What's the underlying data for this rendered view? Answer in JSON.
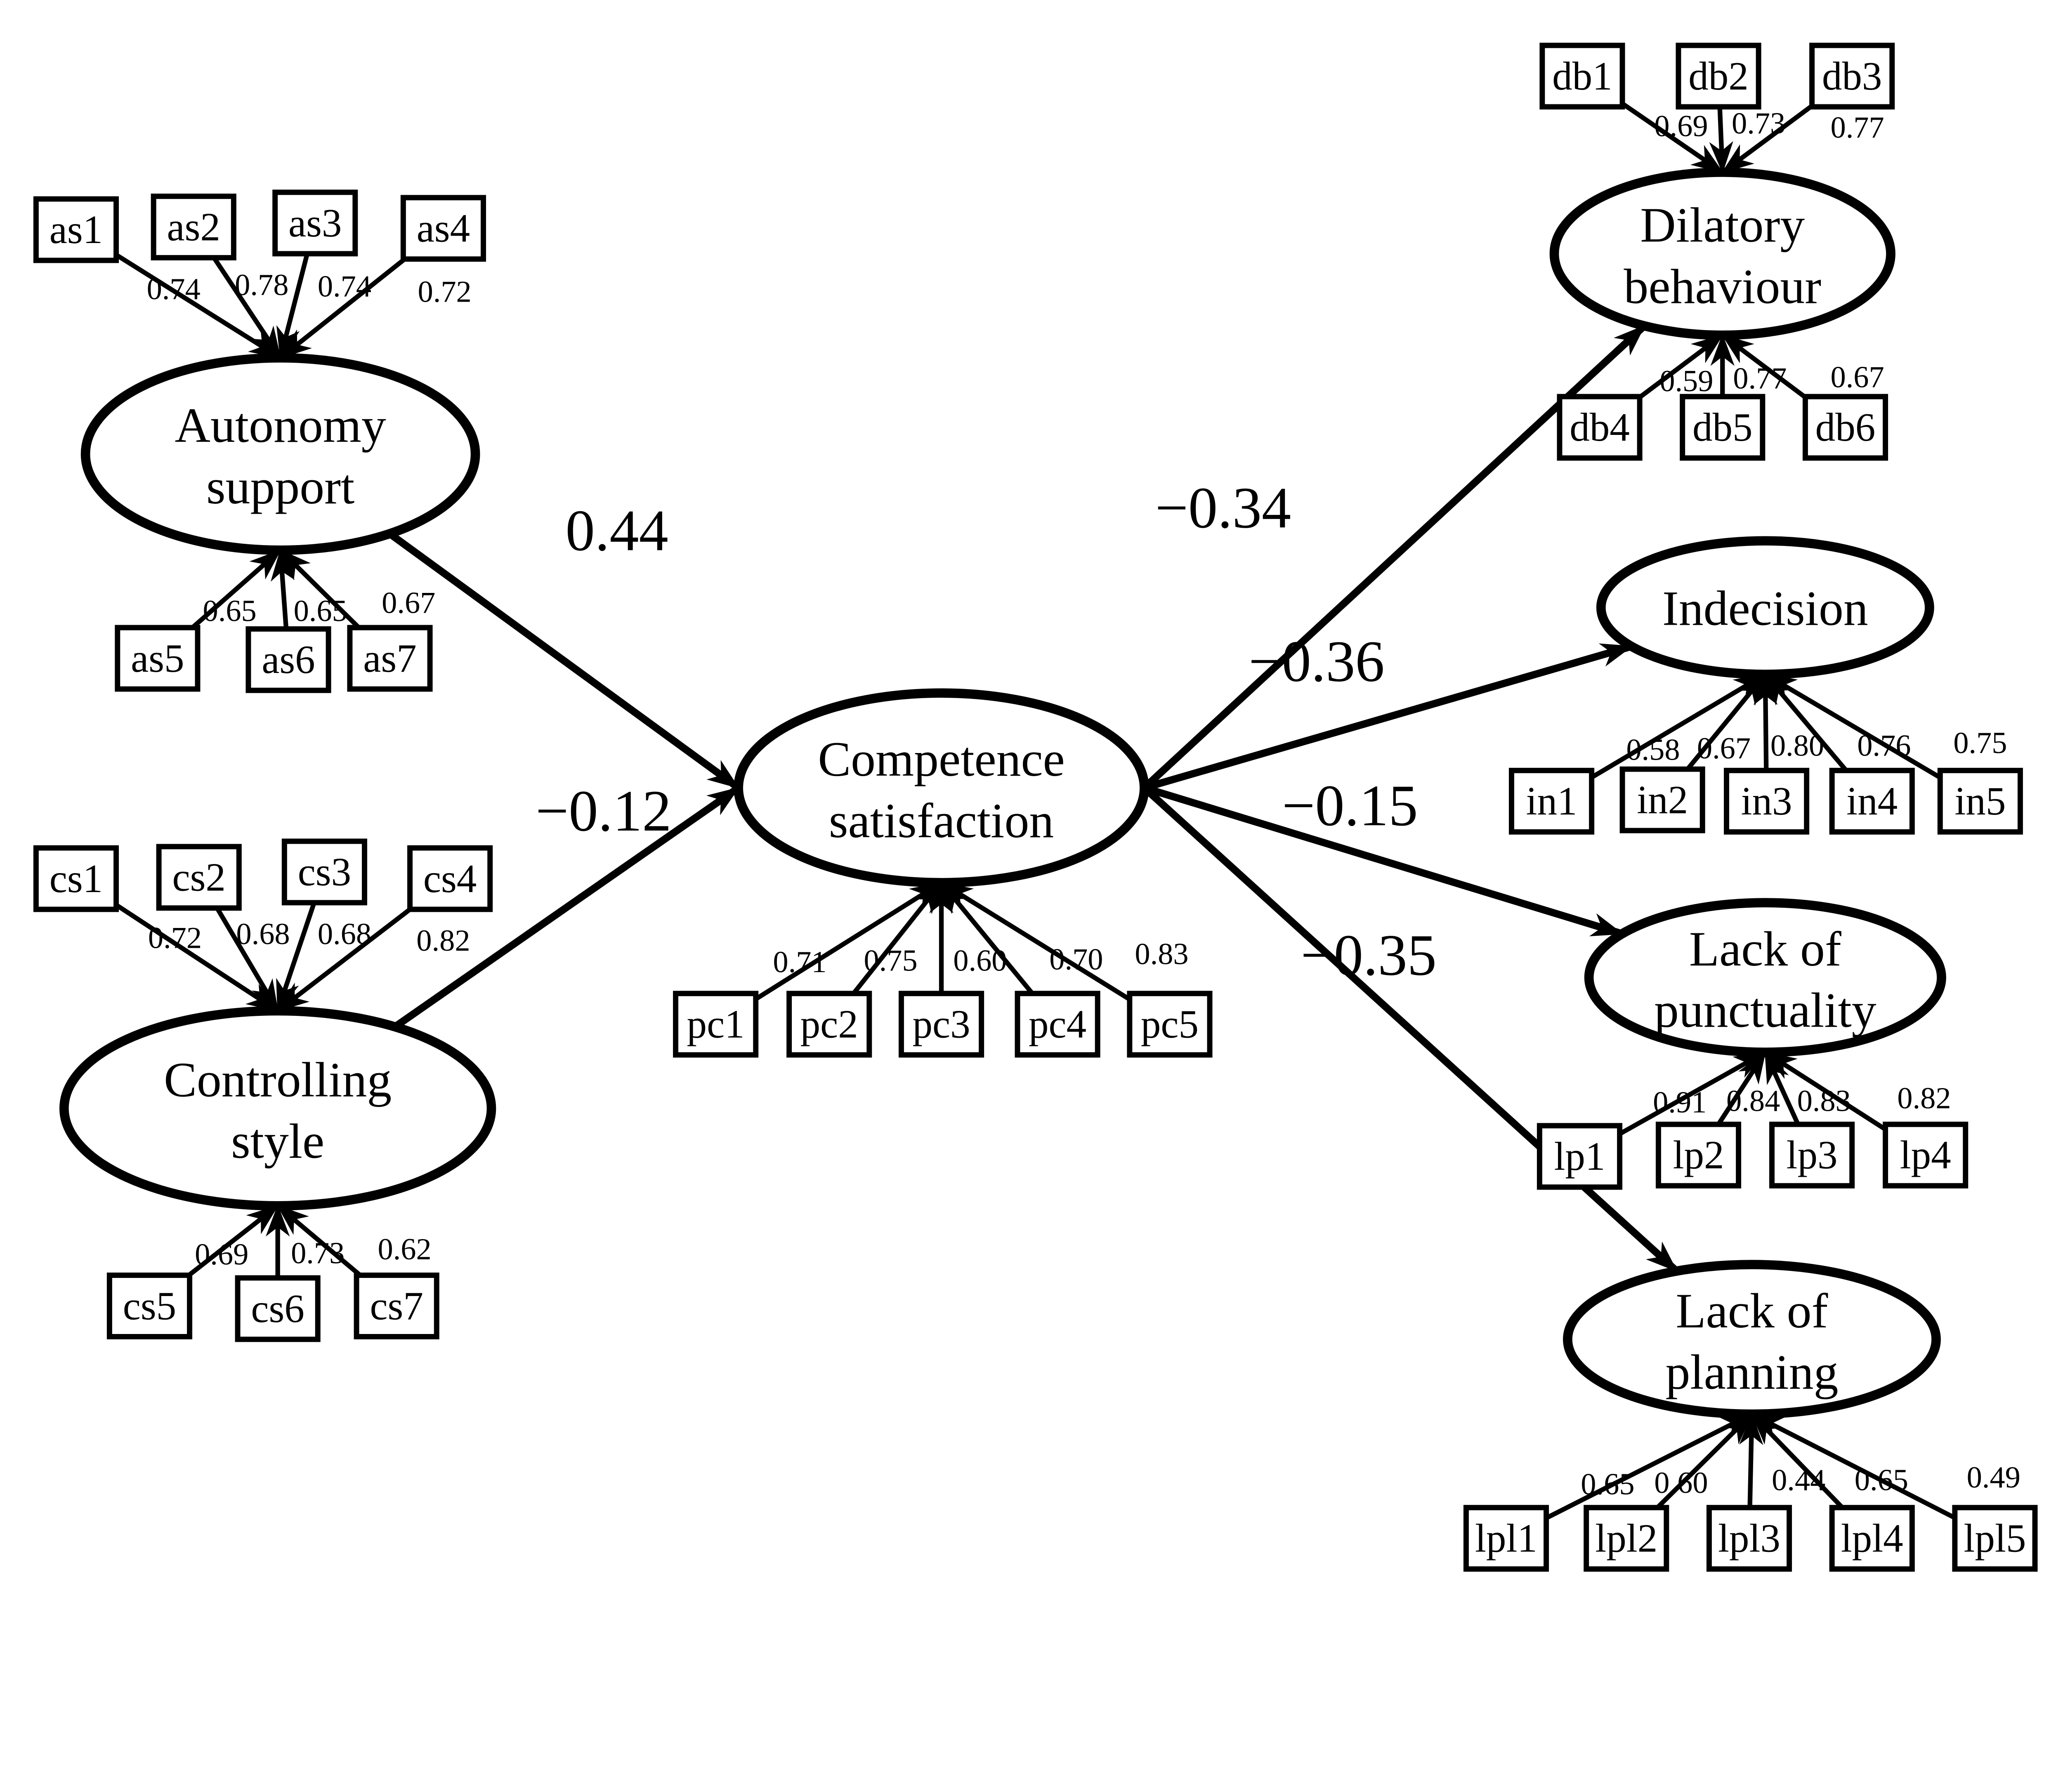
{
  "figure": {
    "style": {
      "ink": "#000000",
      "background": "#ffffff"
    },
    "latents": [
      {
        "id": "autonomy_support",
        "label": "Autonomy support",
        "lines": [
          "Autonomy",
          "support"
        ]
      },
      {
        "id": "controlling_style",
        "label": "Controlling style",
        "lines": [
          "Controlling",
          "style"
        ]
      },
      {
        "id": "competence_satisfaction",
        "label": "Competence satisfaction",
        "lines": [
          "Competence",
          "satisfaction"
        ]
      },
      {
        "id": "dilatory_behaviour",
        "label": "Dilatory behaviour",
        "lines": [
          "Dilatory",
          "behaviour"
        ]
      },
      {
        "id": "indecision",
        "label": "Indecision",
        "lines": [
          "Indecision"
        ]
      },
      {
        "id": "lack_of_punctuality",
        "label": "Lack of punctuality",
        "lines": [
          "Lack of",
          "punctuality"
        ]
      },
      {
        "id": "lack_of_planning",
        "label": "Lack of planning",
        "lines": [
          "Lack of",
          "planning"
        ]
      }
    ],
    "indicators": [
      {
        "id": "as1",
        "latent": "autonomy_support",
        "label": "as1",
        "loading": "0.74"
      },
      {
        "id": "as2",
        "latent": "autonomy_support",
        "label": "as2",
        "loading": "0.78"
      },
      {
        "id": "as3",
        "latent": "autonomy_support",
        "label": "as3",
        "loading": "0.74"
      },
      {
        "id": "as4",
        "latent": "autonomy_support",
        "label": "as4",
        "loading": "0.72"
      },
      {
        "id": "as5",
        "latent": "autonomy_support",
        "label": "as5",
        "loading": "0.65"
      },
      {
        "id": "as6",
        "latent": "autonomy_support",
        "label": "as6",
        "loading": "0.65"
      },
      {
        "id": "as7",
        "latent": "autonomy_support",
        "label": "as7",
        "loading": "0.67"
      },
      {
        "id": "cs1",
        "latent": "controlling_style",
        "label": "cs1",
        "loading": "0.72"
      },
      {
        "id": "cs2",
        "latent": "controlling_style",
        "label": "cs2",
        "loading": "0.68"
      },
      {
        "id": "cs3",
        "latent": "controlling_style",
        "label": "cs3",
        "loading": "0.68"
      },
      {
        "id": "cs4",
        "latent": "controlling_style",
        "label": "cs4",
        "loading": "0.82"
      },
      {
        "id": "cs5",
        "latent": "controlling_style",
        "label": "cs5",
        "loading": "0.69"
      },
      {
        "id": "cs6",
        "latent": "controlling_style",
        "label": "cs6",
        "loading": "0.73"
      },
      {
        "id": "cs7",
        "latent": "controlling_style",
        "label": "cs7",
        "loading": "0.62"
      },
      {
        "id": "pc1",
        "latent": "competence_satisfaction",
        "label": "pc1",
        "loading": "0.71"
      },
      {
        "id": "pc2",
        "latent": "competence_satisfaction",
        "label": "pc2",
        "loading": "0.75"
      },
      {
        "id": "pc3",
        "latent": "competence_satisfaction",
        "label": "pc3",
        "loading": "0.60"
      },
      {
        "id": "pc4",
        "latent": "competence_satisfaction",
        "label": "pc4",
        "loading": "0.70"
      },
      {
        "id": "pc5",
        "latent": "competence_satisfaction",
        "label": "pc5",
        "loading": "0.83"
      },
      {
        "id": "db1",
        "latent": "dilatory_behaviour",
        "label": "db1",
        "loading": "0.69"
      },
      {
        "id": "db2",
        "latent": "dilatory_behaviour",
        "label": "db2",
        "loading": "0.73"
      },
      {
        "id": "db3",
        "latent": "dilatory_behaviour",
        "label": "db3",
        "loading": "0.77"
      },
      {
        "id": "db4",
        "latent": "dilatory_behaviour",
        "label": "db4",
        "loading": "0.59"
      },
      {
        "id": "db5",
        "latent": "dilatory_behaviour",
        "label": "db5",
        "loading": "0.77"
      },
      {
        "id": "db6",
        "latent": "dilatory_behaviour",
        "label": "db6",
        "loading": "0.67"
      },
      {
        "id": "in1",
        "latent": "indecision",
        "label": "in1",
        "loading": "0.58"
      },
      {
        "id": "in2",
        "latent": "indecision",
        "label": "in2",
        "loading": "0.67"
      },
      {
        "id": "in3",
        "latent": "indecision",
        "label": "in3",
        "loading": "0.80"
      },
      {
        "id": "in4",
        "latent": "indecision",
        "label": "in4",
        "loading": "0.76"
      },
      {
        "id": "in5",
        "latent": "indecision",
        "label": "in5",
        "loading": "0.75"
      },
      {
        "id": "lp1",
        "latent": "lack_of_punctuality",
        "label": "lp1",
        "loading": "0.91"
      },
      {
        "id": "lp2",
        "latent": "lack_of_punctuality",
        "label": "lp2",
        "loading": "0.84"
      },
      {
        "id": "lp3",
        "latent": "lack_of_punctuality",
        "label": "lp3",
        "loading": "0.83"
      },
      {
        "id": "lp4",
        "latent": "lack_of_punctuality",
        "label": "lp4",
        "loading": "0.82"
      },
      {
        "id": "lpl1",
        "latent": "lack_of_planning",
        "label": "lpl1",
        "loading": "0.65"
      },
      {
        "id": "lpl2",
        "latent": "lack_of_planning",
        "label": "lpl2",
        "loading": "0.60"
      },
      {
        "id": "lpl3",
        "latent": "lack_of_planning",
        "label": "lpl3",
        "loading": "0.44"
      },
      {
        "id": "lpl4",
        "latent": "lack_of_planning",
        "label": "lpl4",
        "loading": "0.65"
      },
      {
        "id": "lpl5",
        "latent": "lack_of_planning",
        "label": "lpl5",
        "loading": "0.49"
      }
    ],
    "paths": [
      {
        "from": "autonomy_support",
        "to": "competence_satisfaction",
        "coefficient": "0.44"
      },
      {
        "from": "controlling_style",
        "to": "competence_satisfaction",
        "coefficient": "−0.12"
      },
      {
        "from": "competence_satisfaction",
        "to": "dilatory_behaviour",
        "coefficient": "−0.34"
      },
      {
        "from": "competence_satisfaction",
        "to": "indecision",
        "coefficient": "−0.36"
      },
      {
        "from": "competence_satisfaction",
        "to": "lack_of_punctuality",
        "coefficient": "−0.15"
      },
      {
        "from": "competence_satisfaction",
        "to": "lack_of_planning",
        "coefficient": "−0.35"
      }
    ]
  }
}
